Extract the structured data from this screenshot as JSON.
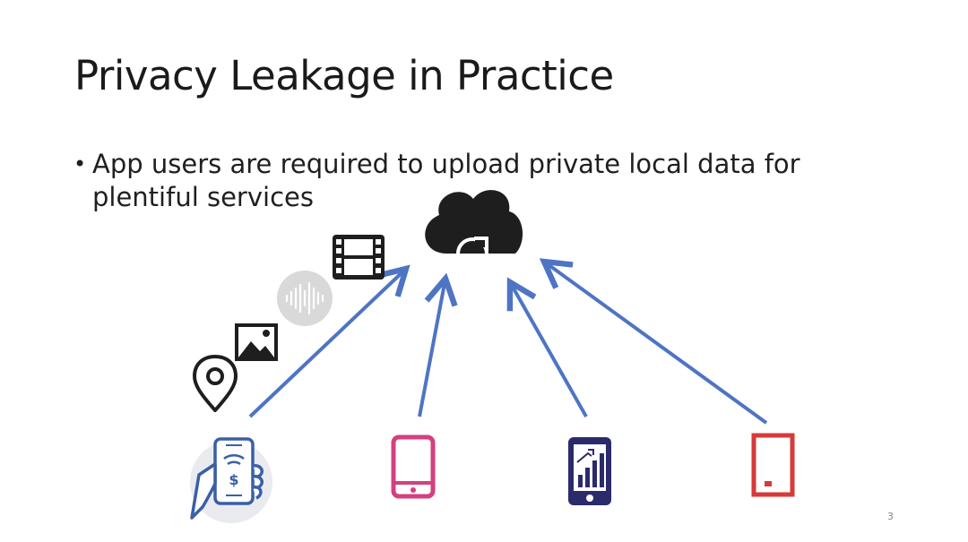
{
  "slide": {
    "title": "Privacy Leakage in Practice",
    "bullets": [
      {
        "text": "App users are required to upload private local data for plentiful services"
      }
    ],
    "page_number": "3"
  },
  "icons": {
    "cloud": "cloud-sync-icon",
    "data_types": [
      "location-pin-icon",
      "image-icon",
      "audio-waveform-icon",
      "film-icon"
    ],
    "devices": [
      "hand-phone-payment-icon",
      "smartphone-pink-icon",
      "smartphone-chart-icon",
      "tablet-red-icon"
    ]
  },
  "colors": {
    "arrow": "#4e74c4",
    "phone_pink": "#d4407f",
    "phone_navy": "#2b2a6b",
    "tablet_red": "#d63a3a",
    "hand_blue": "#3a5fa8",
    "icon_black": "#1e1e1e"
  }
}
